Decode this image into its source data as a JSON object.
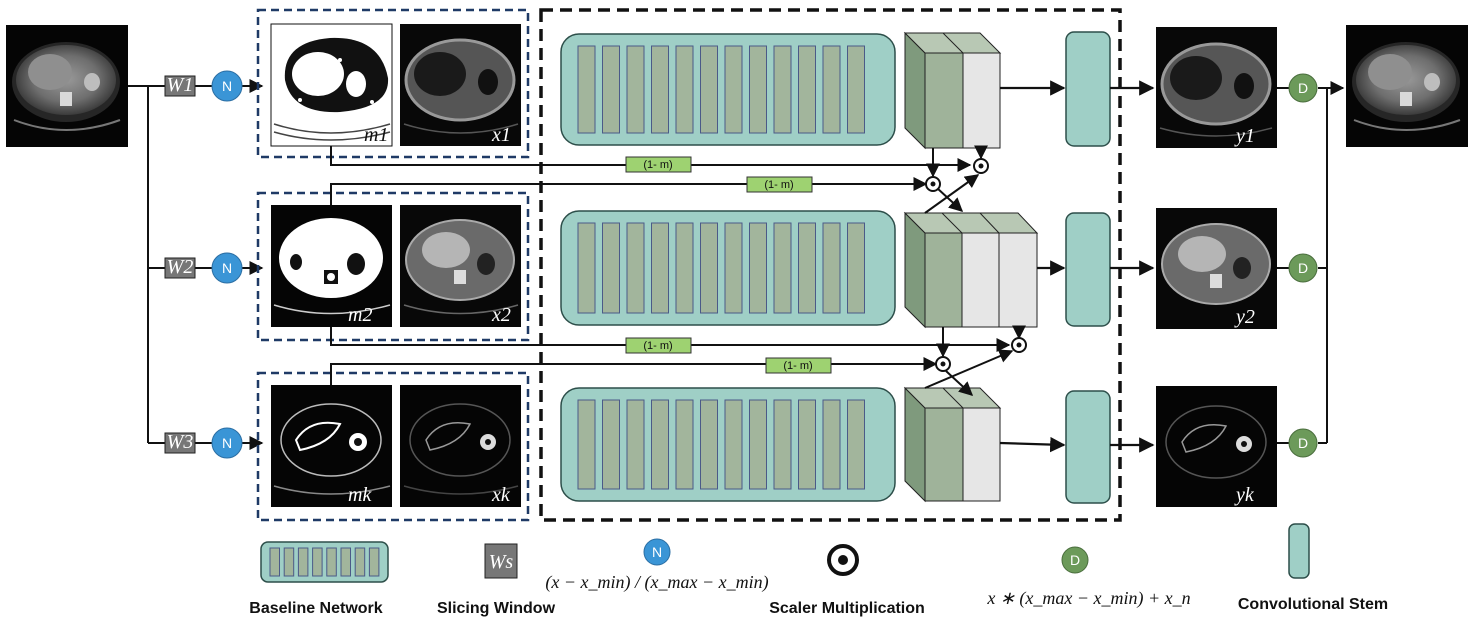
{
  "inputs": {
    "windows": [
      "W1",
      "W2",
      "W3"
    ],
    "normalize_symbol": "N",
    "denormalize_symbol": "D",
    "mask_labels": [
      "m1",
      "m2",
      "mk"
    ],
    "image_labels": [
      "x1",
      "x2",
      "xk"
    ],
    "output_labels": [
      "y1",
      "y2",
      "yk"
    ]
  },
  "cross_links": {
    "one_minus_label": "(1- m)"
  },
  "legend": {
    "baseline_network": "Baseline Network",
    "slicing_window": "Slicing Window",
    "slicing_window_symbol": "Ws",
    "normalization_formula": "(x − x_min) / (x_max − x_min)",
    "scaler_multiplication": "Scaler Multiplication",
    "denormalization_formula": "x ∗ (x_max − x_min) + x_n",
    "convolutional_stem": "Convolutional Stem"
  },
  "colors": {
    "teal_block": "#9fcfc6",
    "feature_bar": "#a2b59c",
    "normalize_blue": "#3a95d6",
    "denormalize_green": "#6c9a5a",
    "one_minus_green": "#9ed271",
    "dashed_blue": "#1f3a66",
    "window_gray": "#777777"
  }
}
